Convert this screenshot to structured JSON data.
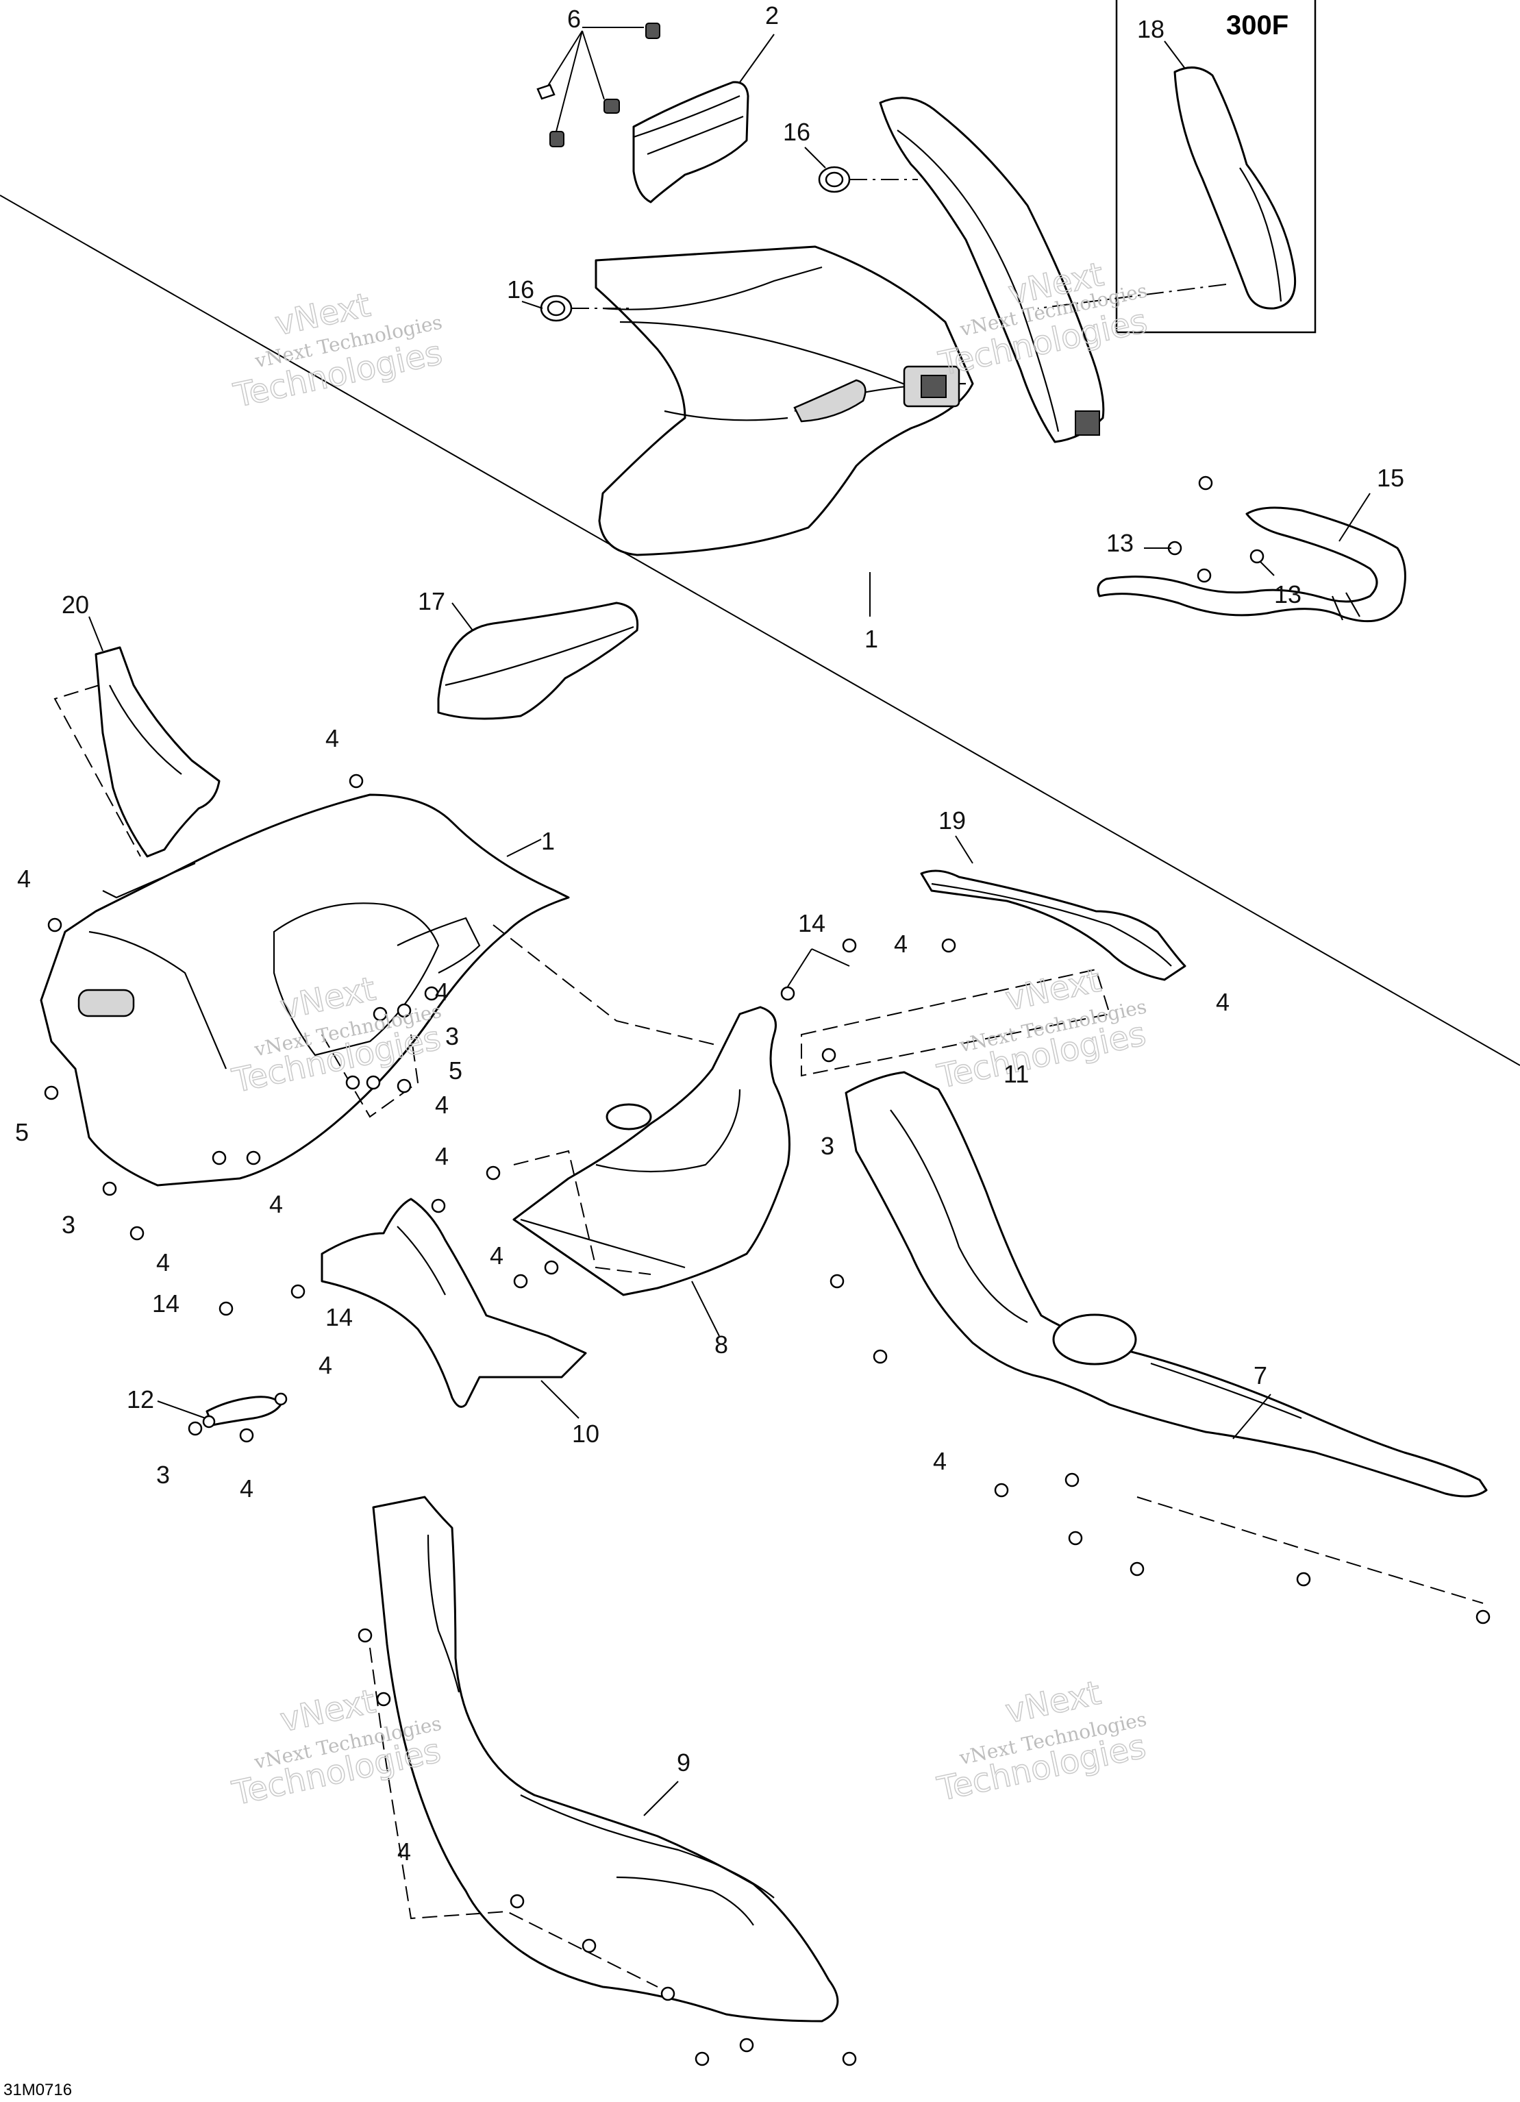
{
  "model_tag": "300F",
  "figure_code": "31M0716",
  "watermark": {
    "line1": "vNext",
    "line2": "vNext Technologies",
    "line3": "Technologies"
  },
  "callouts": {
    "c1_top": "1",
    "c1_mid": "1",
    "c2": "2",
    "c3_a": "3",
    "c3_b": "3",
    "c3_c": "3",
    "c3_d": "3",
    "c4_a": "4",
    "c4_b": "4",
    "c4_c": "4",
    "c4_d": "4",
    "c4_e": "4",
    "c4_f": "4",
    "c4_g": "4",
    "c4_h": "4",
    "c4_i": "4",
    "c4_j": "4",
    "c4_k": "4",
    "c4_l": "4",
    "c4_m": "4",
    "c5_a": "5",
    "c5_b": "5",
    "c6": "6",
    "c7": "7",
    "c8": "8",
    "c9": "9",
    "c10": "10",
    "c11": "11",
    "c12": "12",
    "c13_a": "13",
    "c13_b": "13",
    "c14_a": "14",
    "c14_b": "14",
    "c14_c": "14",
    "c15": "15",
    "c16_a": "16",
    "c16_b": "16",
    "c17": "17",
    "c18": "18",
    "c19": "19",
    "c20": "20"
  }
}
